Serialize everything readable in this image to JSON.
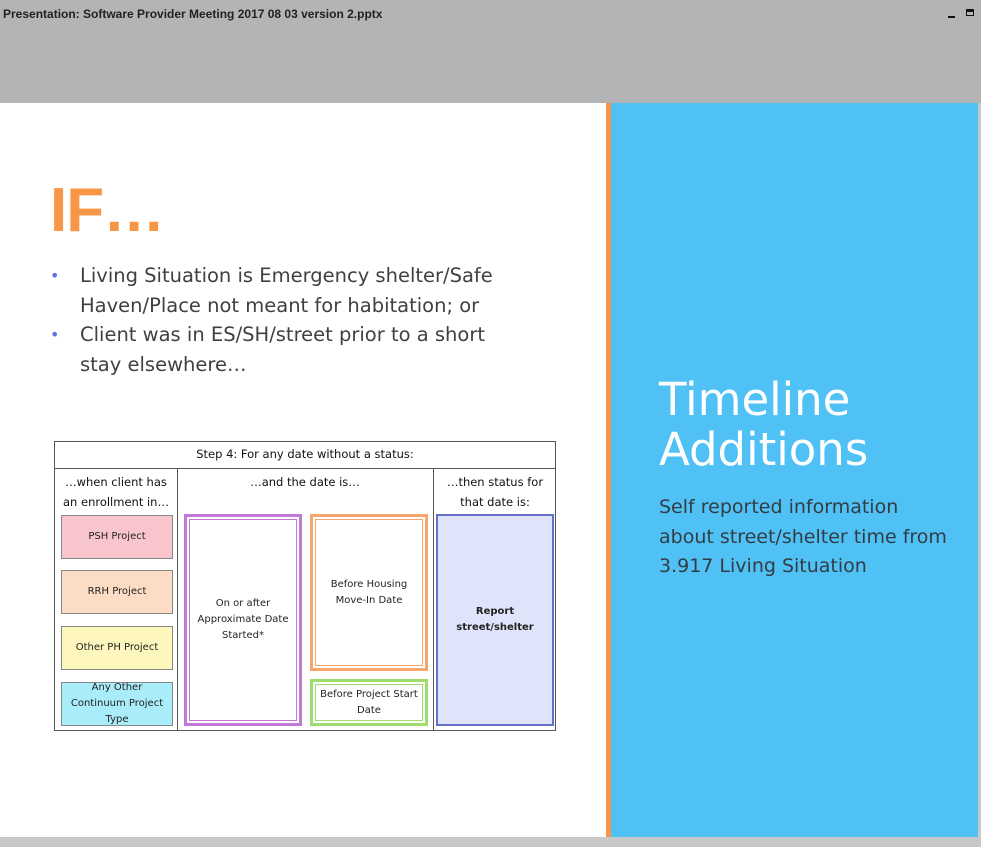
{
  "window": {
    "title": "Presentation: Software Provider Meeting 2017 08 03 version 2.pptx"
  },
  "slide": {
    "heading": "IF…",
    "bullets": [
      "Living Situation is Emergency shelter/Safe Haven/Place not meant for habitation; or",
      "Client was in ES/SH/street prior to a short stay elsewhere…"
    ],
    "diagram": {
      "title": "Step 4: For any date without a status:",
      "col1_header": "…when client has an enrollment in…",
      "col2_header": "…and the date is…",
      "col3_header": "…then status for that date is:",
      "projects": [
        "PSH Project",
        "RRH Project",
        "Other PH Project",
        "Any Other Continuum Project Type"
      ],
      "on_or_after": "On or after Approximate Date Started*",
      "before_move_in": "Before Housing Move-In Date",
      "before_start": "Before Project Start Date",
      "report": "Report street/shelter"
    },
    "sidebar": {
      "title": "Timeline Additions",
      "text": "Self reported information about street/shelter time from 3.917 Living Situation"
    }
  },
  "colors": {
    "accent_orange": "#f79646",
    "panel_blue": "#4fc1f5"
  }
}
